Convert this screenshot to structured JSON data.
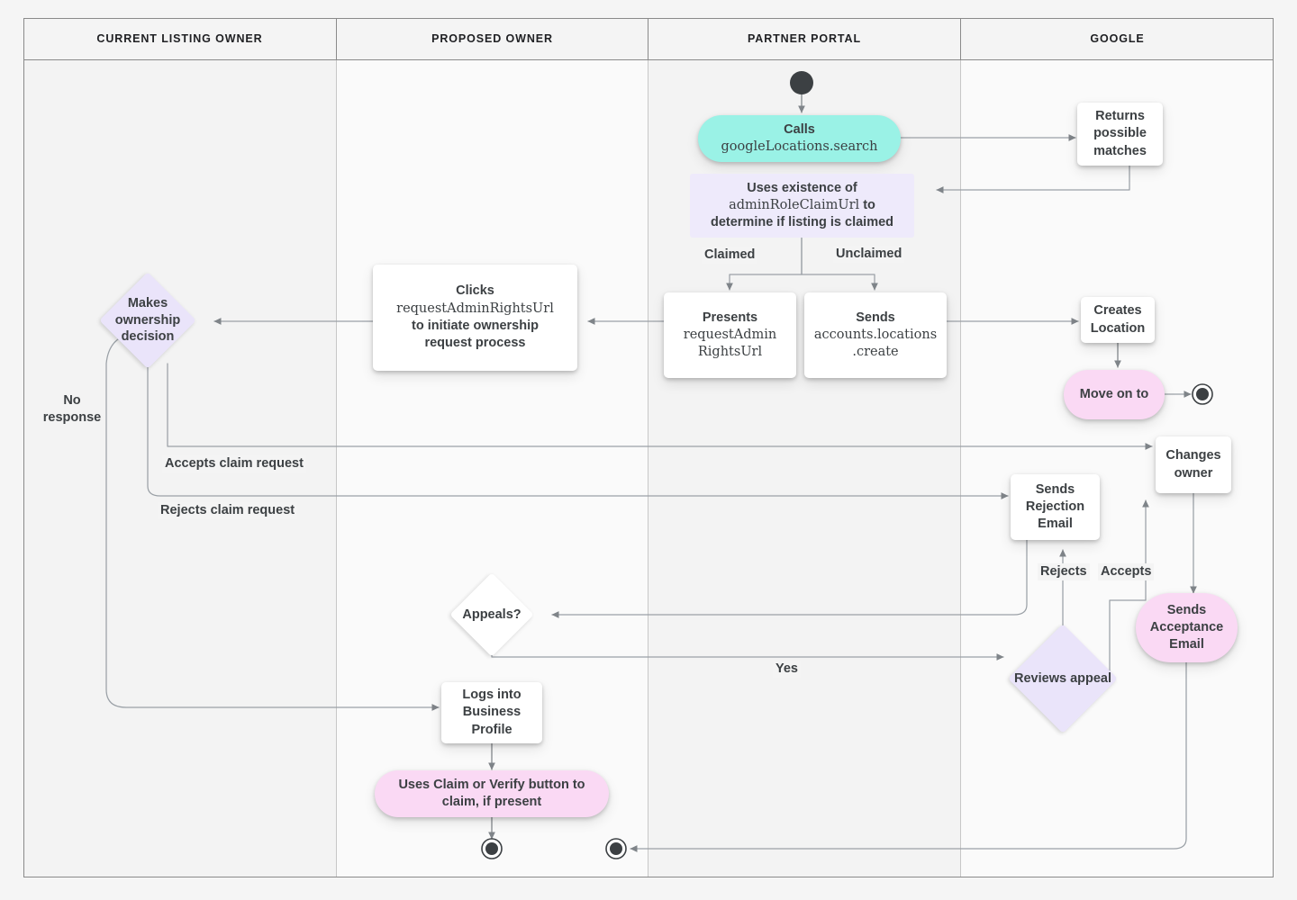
{
  "diagram": {
    "title": "Business Profile listing ownership transfer flow",
    "colors": {
      "page_background": "#f5f5f5",
      "lane_header_background": "#f4f4f4",
      "lane_border": "#8a8a8a",
      "edge": "#8e9296",
      "text": "#3c4043",
      "node_white": "#ffffff",
      "node_cyan": "#9af2e6",
      "node_pink": "#fad9f4",
      "node_purple": "#eae4fa",
      "node_purple_flat": "#eeeafb",
      "terminal": "#3c4043"
    },
    "lanes": [
      {
        "id": "current-listing-owner",
        "label": "CURRENT LISTING OWNER"
      },
      {
        "id": "proposed-owner",
        "label": "PROPOSED OWNER"
      },
      {
        "id": "partner-portal",
        "label": "PARTNER PORTAL"
      },
      {
        "id": "google",
        "label": "GOOGLE"
      }
    ],
    "nodes": {
      "calls_search": {
        "line1": "Calls",
        "line2": "googleLocations.search"
      },
      "uses_existence": {
        "line1": "Uses existence of",
        "line2": "adminRoleClaimUrl",
        "line2_suffix": " to",
        "line3": "determine if listing is claimed"
      },
      "presents_url": {
        "line1": "Presents",
        "line2": "requestAdmin",
        "line3": "RightsUrl"
      },
      "sends_create": {
        "line1": "Sends",
        "line2": "accounts.locations",
        "line3": ".create"
      },
      "returns_matches": {
        "text": "Returns possible matches"
      },
      "creates_location": {
        "text": "Creates Location"
      },
      "move_on_to": {
        "text": "Move on to"
      },
      "clicks_url": {
        "line1": "Clicks",
        "line2": "requestAdminRightsUrl",
        "line3": "to initiate ownership",
        "line4": "request process"
      },
      "makes_decision": {
        "text": "Makes ownership decision"
      },
      "changes_owner": {
        "text": "Changes owner"
      },
      "sends_rejection": {
        "text": "Sends Rejection Email"
      },
      "sends_acceptance": {
        "text": "Sends Acceptance Email"
      },
      "reviews_appeal": {
        "text": "Reviews appeal"
      },
      "appeals": {
        "text": "Appeals?"
      },
      "logs_into": {
        "text": "Logs into Business Profile"
      },
      "uses_claim_button": {
        "text": "Uses Claim or Verify button to claim, if present"
      }
    },
    "edge_labels": {
      "claimed": "Claimed",
      "unclaimed": "Unclaimed",
      "no_response": "No\nresponse",
      "accepts_claim": "Accepts claim request",
      "rejects_claim": "Rejects claim request",
      "rejects": "Rejects",
      "accepts": "Accepts",
      "yes": "Yes"
    },
    "terminals": {
      "start": "start-node",
      "end_google": "end-node",
      "end_proposed": "end-node",
      "end_partner": "end-node"
    }
  }
}
